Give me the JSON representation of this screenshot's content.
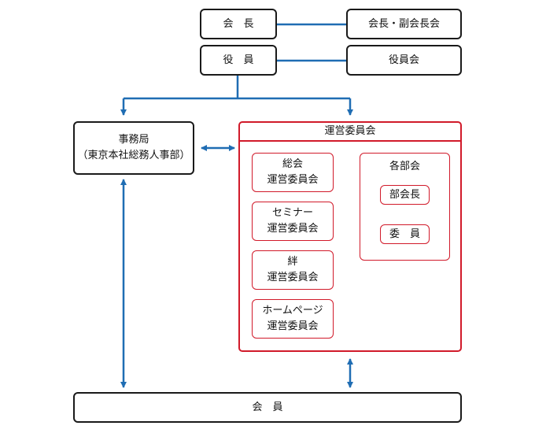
{
  "nodes": {
    "kaicho": "会　長",
    "kaicho_fukukaicho_kai": "会長・副会長会",
    "yakuin": "役　員",
    "yakuin_kai": "役員会",
    "jimukyoku_line1": "事務局",
    "jimukyoku_line2": "（東京本社総務人事部）",
    "unei_iinkai": "運営委員会",
    "soukai_line1": "総会",
    "soukai_line2": "運営委員会",
    "seminar_line1": "セミナー",
    "seminar_line2": "運営委員会",
    "kizuna_line1": "絆",
    "kizuna_line2": "運営委員会",
    "homepage_line1": "ホームページ",
    "homepage_line2": "運営委員会",
    "kakubukai": "各部会",
    "bukaicho": "部会長",
    "iin": "委　員",
    "kaiin": "会　員"
  },
  "colors": {
    "line": "#1f6db3",
    "black_border": "#1a1a1a",
    "red_border": "#d11a2a"
  }
}
